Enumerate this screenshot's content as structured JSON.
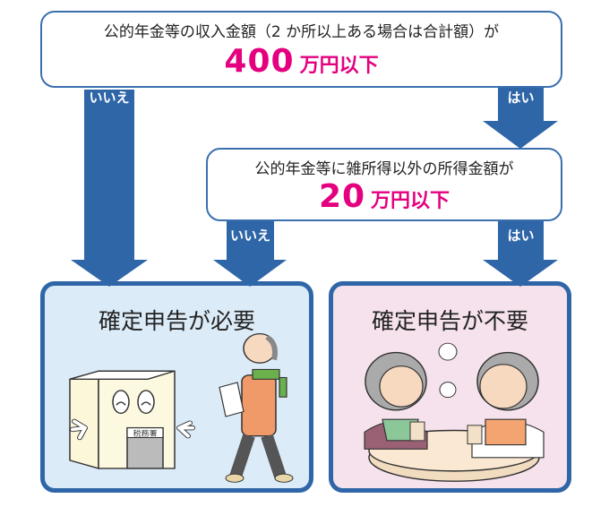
{
  "question1": {
    "text": "公的年金等の収入金額（2 か所以上ある場合は合計額）が",
    "amount": "400",
    "unit": "万円以下",
    "no_label": "いいえ",
    "yes_label": "はい"
  },
  "question2": {
    "text": "公的年金等に雑所得以外の所得金額が",
    "amount": "20",
    "unit": "万円以下",
    "no_label": "いいえ",
    "yes_label": "はい"
  },
  "results": {
    "required": {
      "title": "確定申告が必要",
      "sign": "税務署",
      "bg": "#dcebf8"
    },
    "not_required": {
      "title": "確定申告が不要",
      "bg": "#f6e2ec"
    }
  },
  "colors": {
    "arrow": "#2f66a8",
    "border": "#3a6fae",
    "accent": "#e4007f"
  }
}
